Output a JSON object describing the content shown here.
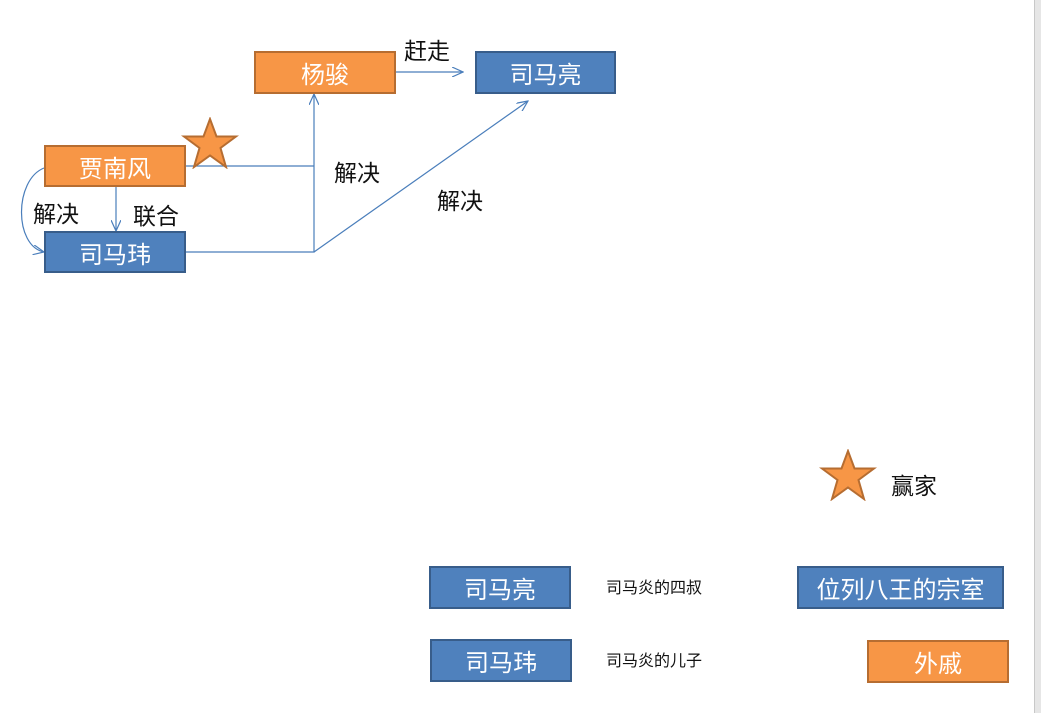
{
  "nodes": {
    "yang_jun": "杨骏",
    "sima_liang": "司马亮",
    "jia_nanfeng": "贾南风",
    "sima_wei": "司马玮"
  },
  "edges": {
    "drive_away": "赶走",
    "resolve_jun": "解决",
    "resolve_liang": "解决",
    "resolve_wei": "解决",
    "ally": "联合"
  },
  "legend": {
    "winner": "赢家",
    "sima_liang": "司马亮",
    "sima_liang_note": "司马炎的四叔",
    "sima_wei": "司马玮",
    "sima_wei_note": "司马炎的儿子",
    "royal": "位列八王的宗室",
    "consort": "外戚"
  },
  "colors": {
    "royal": "#4f81bd",
    "consort": "#f79646",
    "line": "#4a7ebb"
  },
  "icons": {
    "winner": "star-icon"
  }
}
